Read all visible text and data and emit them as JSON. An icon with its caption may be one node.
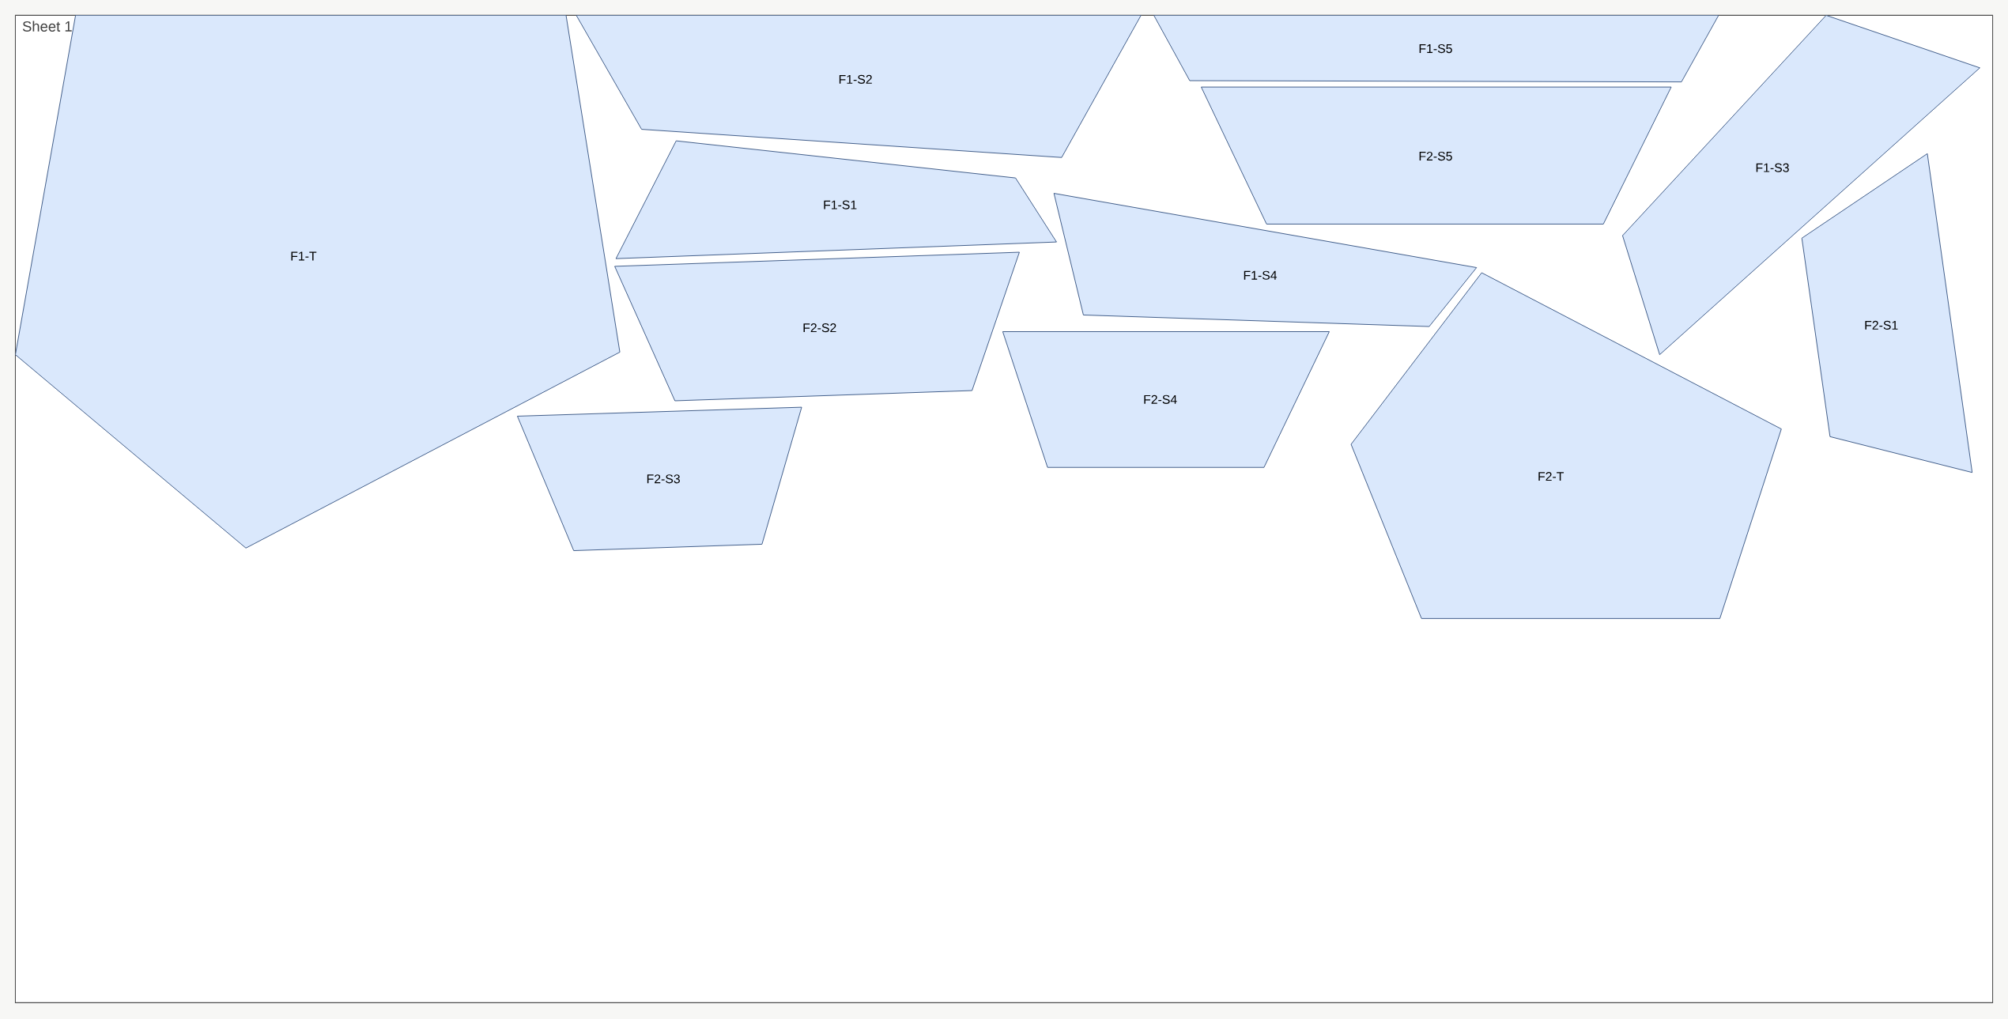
{
  "diagram": {
    "nodes": [
      {
        "text": [
          "Sheet 1"
        ]
      },
      {
        "text": [
          "F1-T"
        ],
        "in": 0
      },
      {
        "text": [
          "F1-S2"
        ],
        "in": 0
      },
      {
        "text": [
          "F1-S5"
        ],
        "in": 0
      },
      {
        "text": [
          "F2-S5"
        ],
        "in": 0
      },
      {
        "text": [
          "F1-S3"
        ],
        "in": 0
      },
      {
        "text": [
          "F1-S1"
        ],
        "in": 0
      },
      {
        "text": [
          "F1-S4"
        ],
        "in": 0
      },
      {
        "text": [
          "F2-S2"
        ],
        "in": 0
      },
      {
        "text": [
          "F2-S1"
        ],
        "in": 0
      },
      {
        "text": [
          "F2-S4"
        ],
        "in": 0
      },
      {
        "text": [
          "F2-S3"
        ],
        "in": 0
      },
      {
        "text": [
          "F2-T"
        ],
        "in": 0
      }
    ]
  }
}
